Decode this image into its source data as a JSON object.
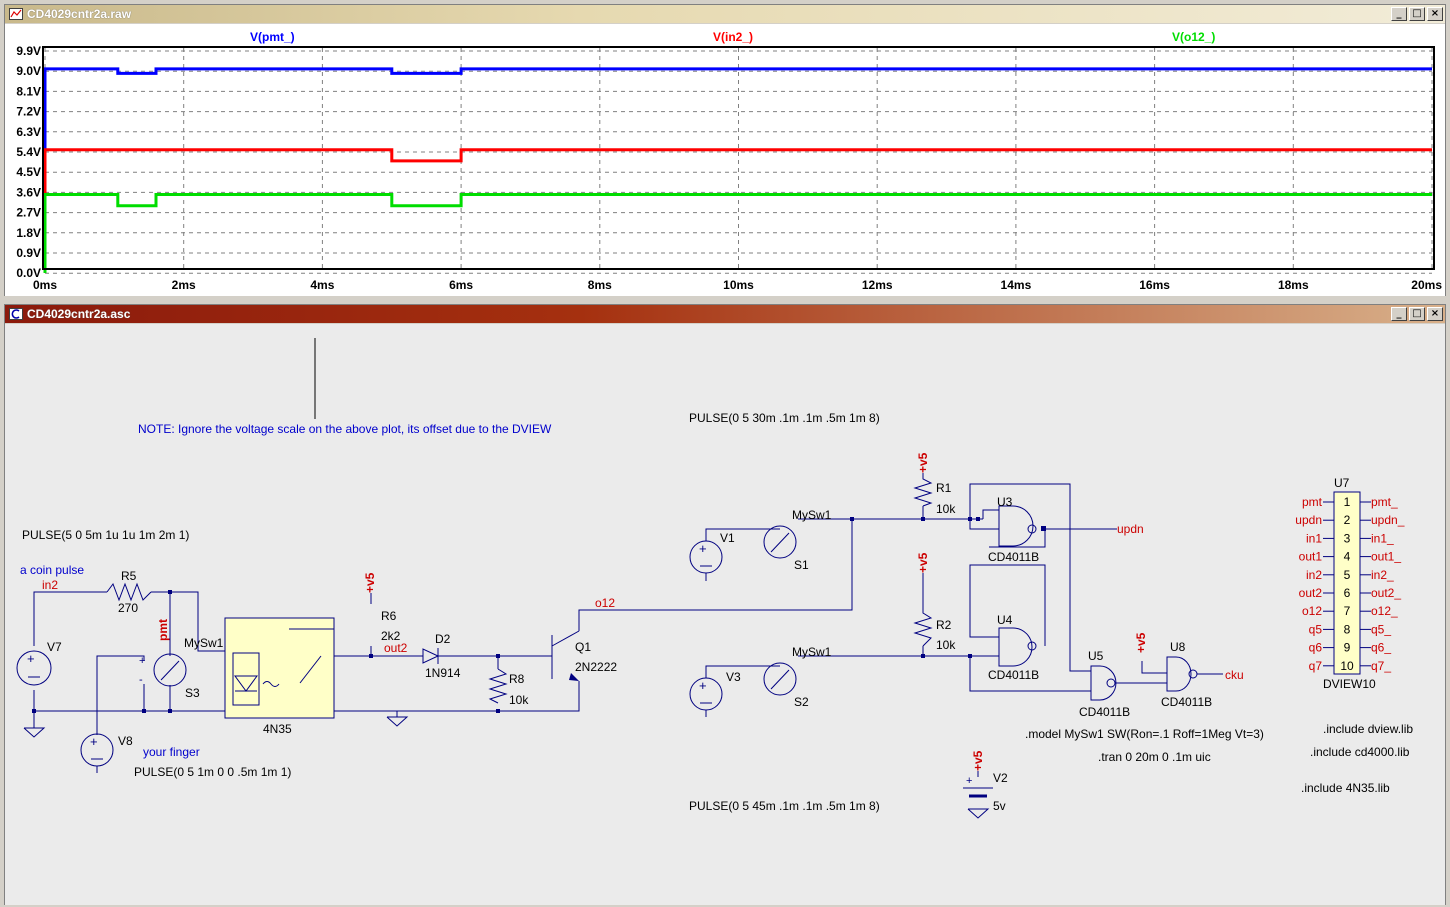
{
  "waveform_window": {
    "title": "CD4029cntr2a.raw",
    "traces": [
      {
        "label": "V(pmt_)",
        "color": "#0000ff"
      },
      {
        "label": "V(in2_)",
        "color": "#ff0000"
      },
      {
        "label": "V(o12_)",
        "color": "#00dd00"
      }
    ],
    "y_ticks": [
      "9.9V",
      "9.0V",
      "8.1V",
      "7.2V",
      "6.3V",
      "5.4V",
      "4.5V",
      "3.6V",
      "2.7V",
      "1.8V",
      "0.9V",
      "0.0V"
    ],
    "x_ticks": [
      "0ms",
      "2ms",
      "4ms",
      "6ms",
      "8ms",
      "10ms",
      "12ms",
      "14ms",
      "16ms",
      "18ms",
      "20ms"
    ]
  },
  "chart_data": {
    "type": "line",
    "xlabel": "",
    "ylabel": "",
    "xlim": [
      0,
      20
    ],
    "ylim": [
      0,
      9.9
    ],
    "x_unit": "ms",
    "y_unit": "V",
    "grid": true,
    "series": [
      {
        "name": "V(pmt_)",
        "color": "#0000ff",
        "x": [
          0,
          0,
          1.05,
          1.05,
          1.6,
          1.6,
          5.0,
          5.0,
          6.0,
          6.0,
          20
        ],
        "y": [
          0,
          9.1,
          9.1,
          8.9,
          8.9,
          9.1,
          9.1,
          8.9,
          8.9,
          9.1,
          9.1
        ]
      },
      {
        "name": "V(in2_)",
        "color": "#ff0000",
        "x": [
          0,
          0,
          5.0,
          5.0,
          6.0,
          6.0,
          20
        ],
        "y": [
          0,
          5.5,
          5.5,
          5.0,
          5.0,
          5.5,
          5.5
        ]
      },
      {
        "name": "V(o12_)",
        "color": "#00dd00",
        "x": [
          0,
          0,
          1.05,
          1.05,
          1.6,
          1.6,
          5.0,
          5.0,
          6.0,
          6.0,
          20
        ],
        "y": [
          0,
          3.5,
          3.5,
          3.0,
          3.0,
          3.5,
          3.5,
          3.0,
          3.0,
          3.5,
          3.5
        ]
      }
    ]
  },
  "schematic_window": {
    "title": "CD4029cntr2a.asc",
    "note": "NOTE: Ignore the voltage scale on the above plot, its offset due to the DVIEW",
    "pulse_s1": "PULSE(0 5 30m .1m .1m .5m 1m 8)",
    "pulse_s2": "PULSE(0 5 45m .1m .1m .5m 1m 8)",
    "pulse_v7": "PULSE(5 0 5m 1u 1u 1m 2m 1)",
    "pulse_v8": "PULSE(0 5 1m 0 0 .5m 1m 1)",
    "coin_pulse": "a coin pulse",
    "your_finger": "your finger",
    "model": ".model MySw1  SW(Ron=.1 Roff=1Meg Vt=3)",
    "tran": ".tran 0 20m 0 .1m uic",
    "include1": ".include dview.lib",
    "include2": ".include cd4000.lib",
    "include3": ".include 4N35.lib",
    "components": {
      "v7": "V7",
      "v8": "V8",
      "r5": "R5",
      "r5_val": "270",
      "s3": "S3",
      "mysw_s3": "MySw1",
      "u_opto": "4N35",
      "r6": "R6",
      "r6_val": "2k2",
      "d2": "D2",
      "d2_val": "1N914",
      "r8": "R8",
      "r8_val": "10k",
      "q1": "Q1",
      "q1_val": "2N2222",
      "v1": "V1",
      "s1": "S1",
      "mysw_s1": "MySw1",
      "v3": "V3",
      "s2": "S2",
      "mysw_s2": "MySw1",
      "r1": "R1",
      "r1_val": "10k",
      "r2": "R2",
      "r2_val": "10k",
      "u3": "U3",
      "u3_val": "CD4011B",
      "u4": "U4",
      "u4_val": "CD4011B",
      "u5": "U5",
      "u5_val": "CD4011B",
      "u8": "U8",
      "u8_val": "CD4011B",
      "v2": "V2",
      "v2_val": "5v",
      "u7": "U7",
      "u7_val": "DVIEW10"
    },
    "nets": {
      "in2": "in2",
      "pmt": "pmt",
      "out2": "out2",
      "o12": "o12",
      "updn": "updn",
      "cku": "cku",
      "plus_v5": "+v5"
    },
    "dview_pins": [
      {
        "left": "pmt",
        "num": "1",
        "right": "pmt_"
      },
      {
        "left": "updn",
        "num": "2",
        "right": "updn_"
      },
      {
        "left": "in1",
        "num": "3",
        "right": "in1_"
      },
      {
        "left": "out1",
        "num": "4",
        "right": "out1_"
      },
      {
        "left": "in2",
        "num": "5",
        "right": "in2_"
      },
      {
        "left": "out2",
        "num": "6",
        "right": "out2_"
      },
      {
        "left": "o12",
        "num": "7",
        "right": "o12_"
      },
      {
        "left": "q5",
        "num": "8",
        "right": "q5_"
      },
      {
        "left": "q6",
        "num": "9",
        "right": "q6_"
      },
      {
        "left": "q7",
        "num": "10",
        "right": "q7_"
      }
    ]
  }
}
